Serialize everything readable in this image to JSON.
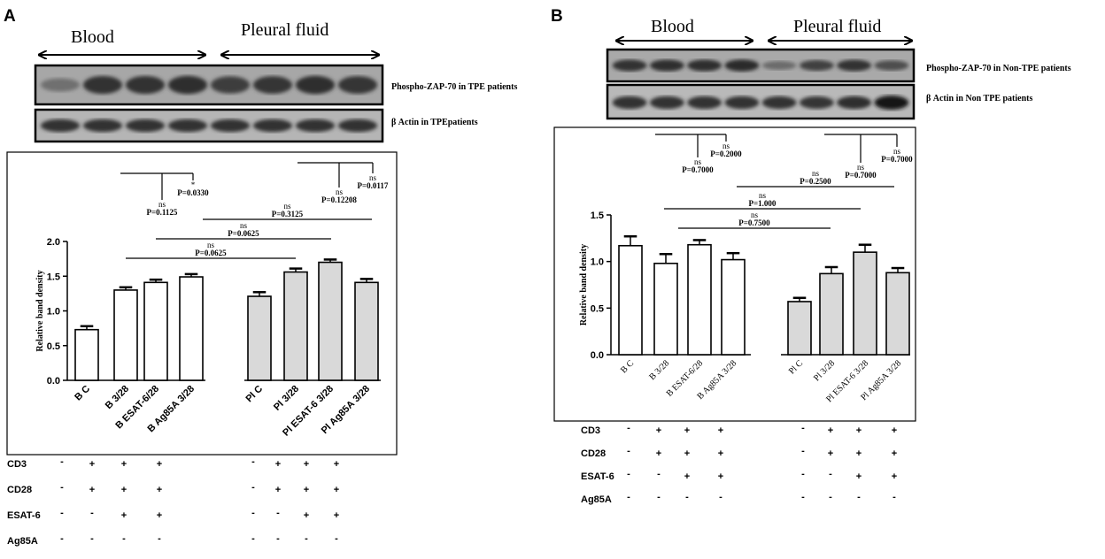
{
  "panels": [
    {
      "letter": "A",
      "blot": {
        "group_left": "Blood",
        "group_right": "Pleural fluid",
        "band1_label": "Phospho-ZAP-70  in  TPE patients",
        "band2_label": "β Actin in TPEpatients",
        "band1_intensity": [
          0.25,
          0.78,
          0.78,
          0.82,
          0.7,
          0.75,
          0.82,
          0.75
        ],
        "band2_intensity": [
          0.8,
          0.8,
          0.8,
          0.8,
          0.8,
          0.8,
          0.8,
          0.8
        ]
      },
      "stim_rows": [
        {
          "label": "CD3",
          "marks": [
            "-",
            "+",
            "+",
            "+",
            "-",
            "+",
            "+",
            "+"
          ]
        },
        {
          "label": "CD28",
          "marks": [
            "-",
            "+",
            "+",
            "+",
            "-",
            "+",
            "+",
            "+"
          ]
        },
        {
          "label": "ESAT-6",
          "marks": [
            "-",
            "-",
            "+",
            "+",
            "-",
            "-",
            "+",
            "+"
          ]
        },
        {
          "label": "Ag85A",
          "marks": [
            "-",
            "-",
            "-",
            "-",
            "-",
            "-",
            "-",
            "-"
          ]
        }
      ],
      "chart_data": {
        "type": "bar",
        "ylabel": "Relative band density",
        "ylim": [
          0,
          2.0
        ],
        "yticks": [
          "0.0",
          "0.5",
          "1.0",
          "1.5",
          "2.0"
        ],
        "categories": [
          "B C",
          "B 3/28",
          "B ESAT-6/28",
          "B Ag85A 3/28",
          "Pl C",
          "Pl 3/28",
          "Pl ESAT-6 3/28",
          "Pl Ag85A 3/28"
        ],
        "values": [
          0.73,
          1.3,
          1.41,
          1.49,
          1.21,
          1.56,
          1.7,
          1.41
        ],
        "errors": [
          0.05,
          0.04,
          0.04,
          0.04,
          0.06,
          0.05,
          0.04,
          0.05
        ],
        "fill": [
          "#ffffff",
          "#ffffff",
          "#ffffff",
          "#ffffff",
          "#d9d9d9",
          "#d9d9d9",
          "#d9d9d9",
          "#d9d9d9"
        ],
        "annotations": [
          {
            "ns": "ns",
            "p": "P=0.1125"
          },
          {
            "ns": "*",
            "p": "P=0.0330"
          },
          {
            "ns": "ns",
            "p": "P=0.12208"
          },
          {
            "ns": "ns",
            "p": "P=0.0117"
          },
          {
            "ns": "ns",
            "p": "P=0.3125"
          },
          {
            "ns": "ns",
            "p": "P=0.0625"
          },
          {
            "ns": "ns",
            "p": "P=0.0625"
          }
        ]
      }
    },
    {
      "letter": "B",
      "blot": {
        "group_left": "Blood",
        "group_right": "Pleural fluid",
        "band1_label": "Phospho-ZAP-70  in  Non-TPE patients",
        "band2_label": "β Actin in Non TPE patients",
        "band1_intensity": [
          0.8,
          0.82,
          0.82,
          0.85,
          0.3,
          0.65,
          0.78,
          0.55
        ],
        "band2_intensity": [
          0.8,
          0.8,
          0.8,
          0.8,
          0.78,
          0.75,
          0.82,
          1.0
        ]
      },
      "stim_rows": [
        {
          "label": "CD3",
          "marks": [
            "-",
            "+",
            "+",
            "+",
            "-",
            "+",
            "+",
            "+"
          ]
        },
        {
          "label": "CD28",
          "marks": [
            "-",
            "+",
            "+",
            "+",
            "-",
            "+",
            "+",
            "+"
          ]
        },
        {
          "label": "ESAT-6",
          "marks": [
            "-",
            "-",
            "+",
            "+",
            "-",
            "-",
            "+",
            "+"
          ]
        },
        {
          "label": "Ag85A",
          "marks": [
            "-",
            "-",
            "-",
            "-",
            "-",
            "-",
            "-",
            "-"
          ]
        }
      ],
      "chart_data": {
        "type": "bar",
        "ylabel": "Relative band density",
        "ylim": [
          0,
          1.5
        ],
        "yticks": [
          "0.0",
          "0.5",
          "1.0",
          "1.5"
        ],
        "categories": [
          "B C",
          "B 3/28",
          "B ESAT-6/28",
          "B Ag85A 3/28",
          "Pl C",
          "Pl 3/28",
          "Pl ESAT-6 3/28",
          "Pl Ag85A 3/28"
        ],
        "values": [
          1.17,
          0.98,
          1.18,
          1.02,
          0.57,
          0.87,
          1.1,
          0.88
        ],
        "errors": [
          0.1,
          0.1,
          0.05,
          0.07,
          0.04,
          0.07,
          0.08,
          0.05
        ],
        "fill": [
          "#ffffff",
          "#ffffff",
          "#ffffff",
          "#ffffff",
          "#d9d9d9",
          "#d9d9d9",
          "#d9d9d9",
          "#d9d9d9"
        ],
        "annotations": [
          {
            "ns": "ns",
            "p": "P=0.7000"
          },
          {
            "ns": "ns",
            "p": "P=0.2000"
          },
          {
            "ns": "ns",
            "p": "P=0.7000"
          },
          {
            "ns": "ns",
            "p": "P=0.7000"
          },
          {
            "ns": "ns",
            "p": "P=0.2500"
          },
          {
            "ns": "ns",
            "p": "P=1.000"
          },
          {
            "ns": "ns",
            "p": "P=0.7500"
          }
        ]
      }
    }
  ]
}
